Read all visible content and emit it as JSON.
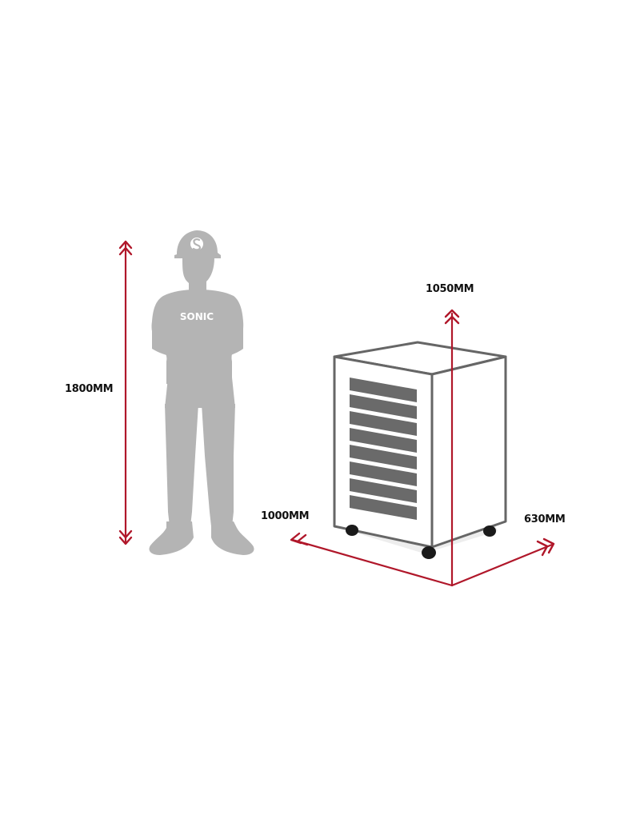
{
  "brand": {
    "logo_text": "SONIC",
    "helmet_mark": "S"
  },
  "dimensions": {
    "person_height": "1800MM",
    "cabinet_height": "1050MM",
    "cabinet_width": "1000MM",
    "cabinet_depth": "630MM"
  },
  "colors": {
    "arrow": "#b0172a",
    "silhouette": "#b4b4b4",
    "cabinet_outline": "#666666",
    "drawer": "#6a6a6a",
    "wheel": "#1a1a1a",
    "background": "#ffffff"
  },
  "icons": {
    "arrow_head": "double-chevron-icon",
    "person": "worker-silhouette-icon",
    "cabinet": "tool-cabinet-icon"
  },
  "cabinet": {
    "drawer_count": 8
  }
}
